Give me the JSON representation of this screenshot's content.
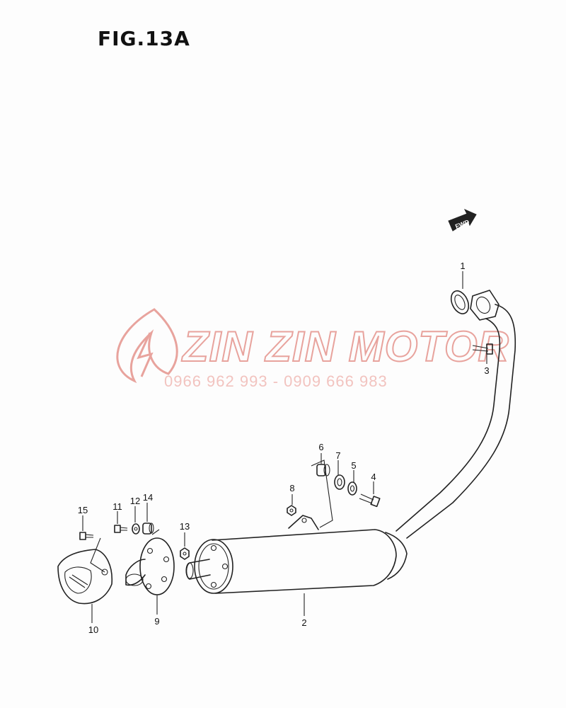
{
  "figure": {
    "title": "FIG.13A"
  },
  "direction_marker": {
    "label": "FWD"
  },
  "watermark": {
    "name": "ZIN ZIN MOTOR",
    "phones": "0966 962 993 - 0909 666 983",
    "logo_icon": "flame-logo-icon"
  },
  "callouts": [
    "1",
    "2",
    "3",
    "4",
    "5",
    "6",
    "7",
    "8",
    "9",
    "10",
    "11",
    "12",
    "13",
    "14",
    "15"
  ],
  "colors": {
    "line": "#222222",
    "watermark": "#e8a39d",
    "paper": "#fdfdfd"
  }
}
